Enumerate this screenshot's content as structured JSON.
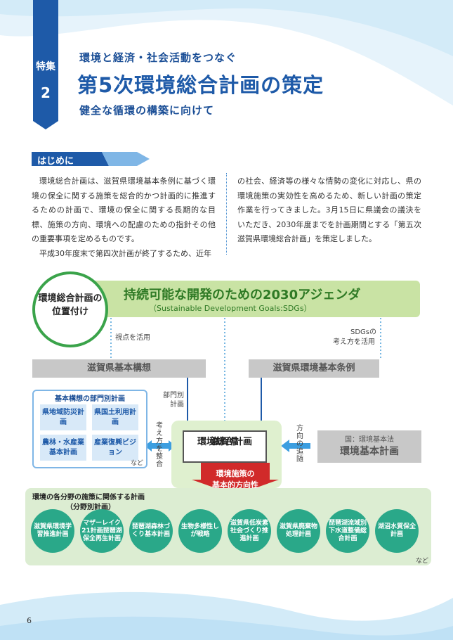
{
  "header": {
    "tag_label": "特集",
    "tag_number": "2",
    "subtitle1": "環境と経済・社会活動をつなぐ",
    "title": "第5次環境総合計画の策定",
    "subtitle2": "健全な循環の構築に向けて"
  },
  "intro": {
    "heading": "はじめに",
    "col1_p1": "環境総合計画は、滋賀県環境基本条例に基づく環境の保全に関する施策を総合的かつ計画的に推進するための計画で、環境の保全に関する長期的な目標、施策の方向、環境への配慮のための指針その他の重要事項を定めるものです。",
    "col1_p2": "平成30年度末で第四次計画が終了するため、近年",
    "col2_p1": "の社会、経済等の様々な情勢の変化に対応し、県の環境施策の実効性を高めるため、新しい計画の策定作業を行ってきました。3月15日に県議会の議決をいただき、2030年度までを計画期間とする「第五次滋賀県環境総合計画」を策定しました。"
  },
  "diagram": {
    "position_label": "環境総合計画の位置付け",
    "agenda_title": "持続可能な開発のための2030アジェンダ",
    "agenda_sub": "（Sustainable Development Goals:SDGs）",
    "label_viewpoint": "視点を活用",
    "label_sdgs_l1": "SDGsの",
    "label_sdgs_l2": "考え方を活用",
    "basic_concept": "滋賀県基本構想",
    "env_ordinance": "滋賀県環境基本条例",
    "dept_heading": "基本構想の部門別計画",
    "dept_plans": [
      "県地域防災計画",
      "県国土利用計画",
      "農林・水産業基本計画",
      "産業復興ビジョン"
    ],
    "dept_nado": "など",
    "label_bumon_l1": "部門別",
    "label_bumon_l2": "計画",
    "label_kangaekata": "考え方を整合",
    "label_houkou": "方向の追</thinking>",
    "center_l1": "滋賀県",
    "center_l2": "環境総合計画",
    "red_l1": "環境施策の",
    "red_l2": "基本的方向性",
    "kuni_a": "国：環境基本法",
    "kuni_b": "環境基本計画",
    "field_heading": "環境の各分野の施策に関係する計画",
    "field_heading2": "（分野別計画）",
    "field_plans": [
      "滋賀県環境学習推進計画",
      "マザーレイク21計画琵琶湖保全再生計画",
      "琵琶湖森林づくり基本計画",
      "生物多様性しが戦略",
      "滋賀県低炭素社会づくり推進計画",
      "滋賀県廃棄物処理計画",
      "琵琶湖流域別下水道整備総合計画",
      "湖沼水質保全計画"
    ],
    "field_nado": "など"
  },
  "footer": {
    "page_number": "6"
  },
  "colors": {
    "blue": "#1e5aa8",
    "green": "#2aa889",
    "lightgreen": "#c9e3a4",
    "red": "#d12a2a"
  }
}
